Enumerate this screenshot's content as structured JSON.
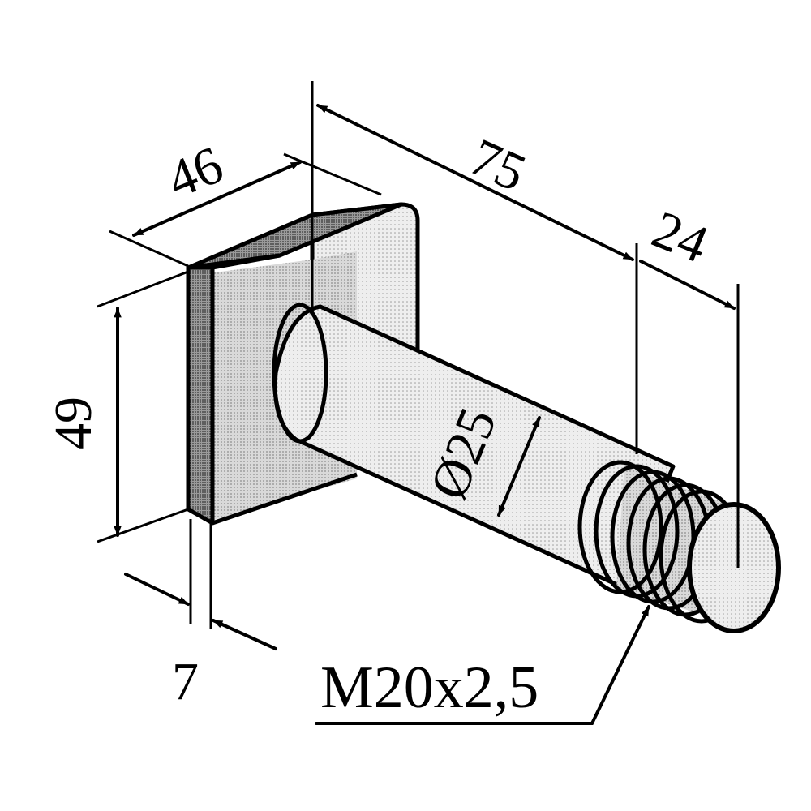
{
  "dimensions": {
    "plate_width": "46",
    "plate_height": "49",
    "plate_thickness": "7",
    "bolt_length": "75",
    "thread_length": "24",
    "shank_diameter": "Ø25",
    "thread_spec": "M20x2,5"
  },
  "colors": {
    "ink": "#000000",
    "paper": "#ffffff",
    "shade_light": "#e6e6e6",
    "shade_mid": "#cfcfcf",
    "shade_dark": "#9a9a9a"
  }
}
